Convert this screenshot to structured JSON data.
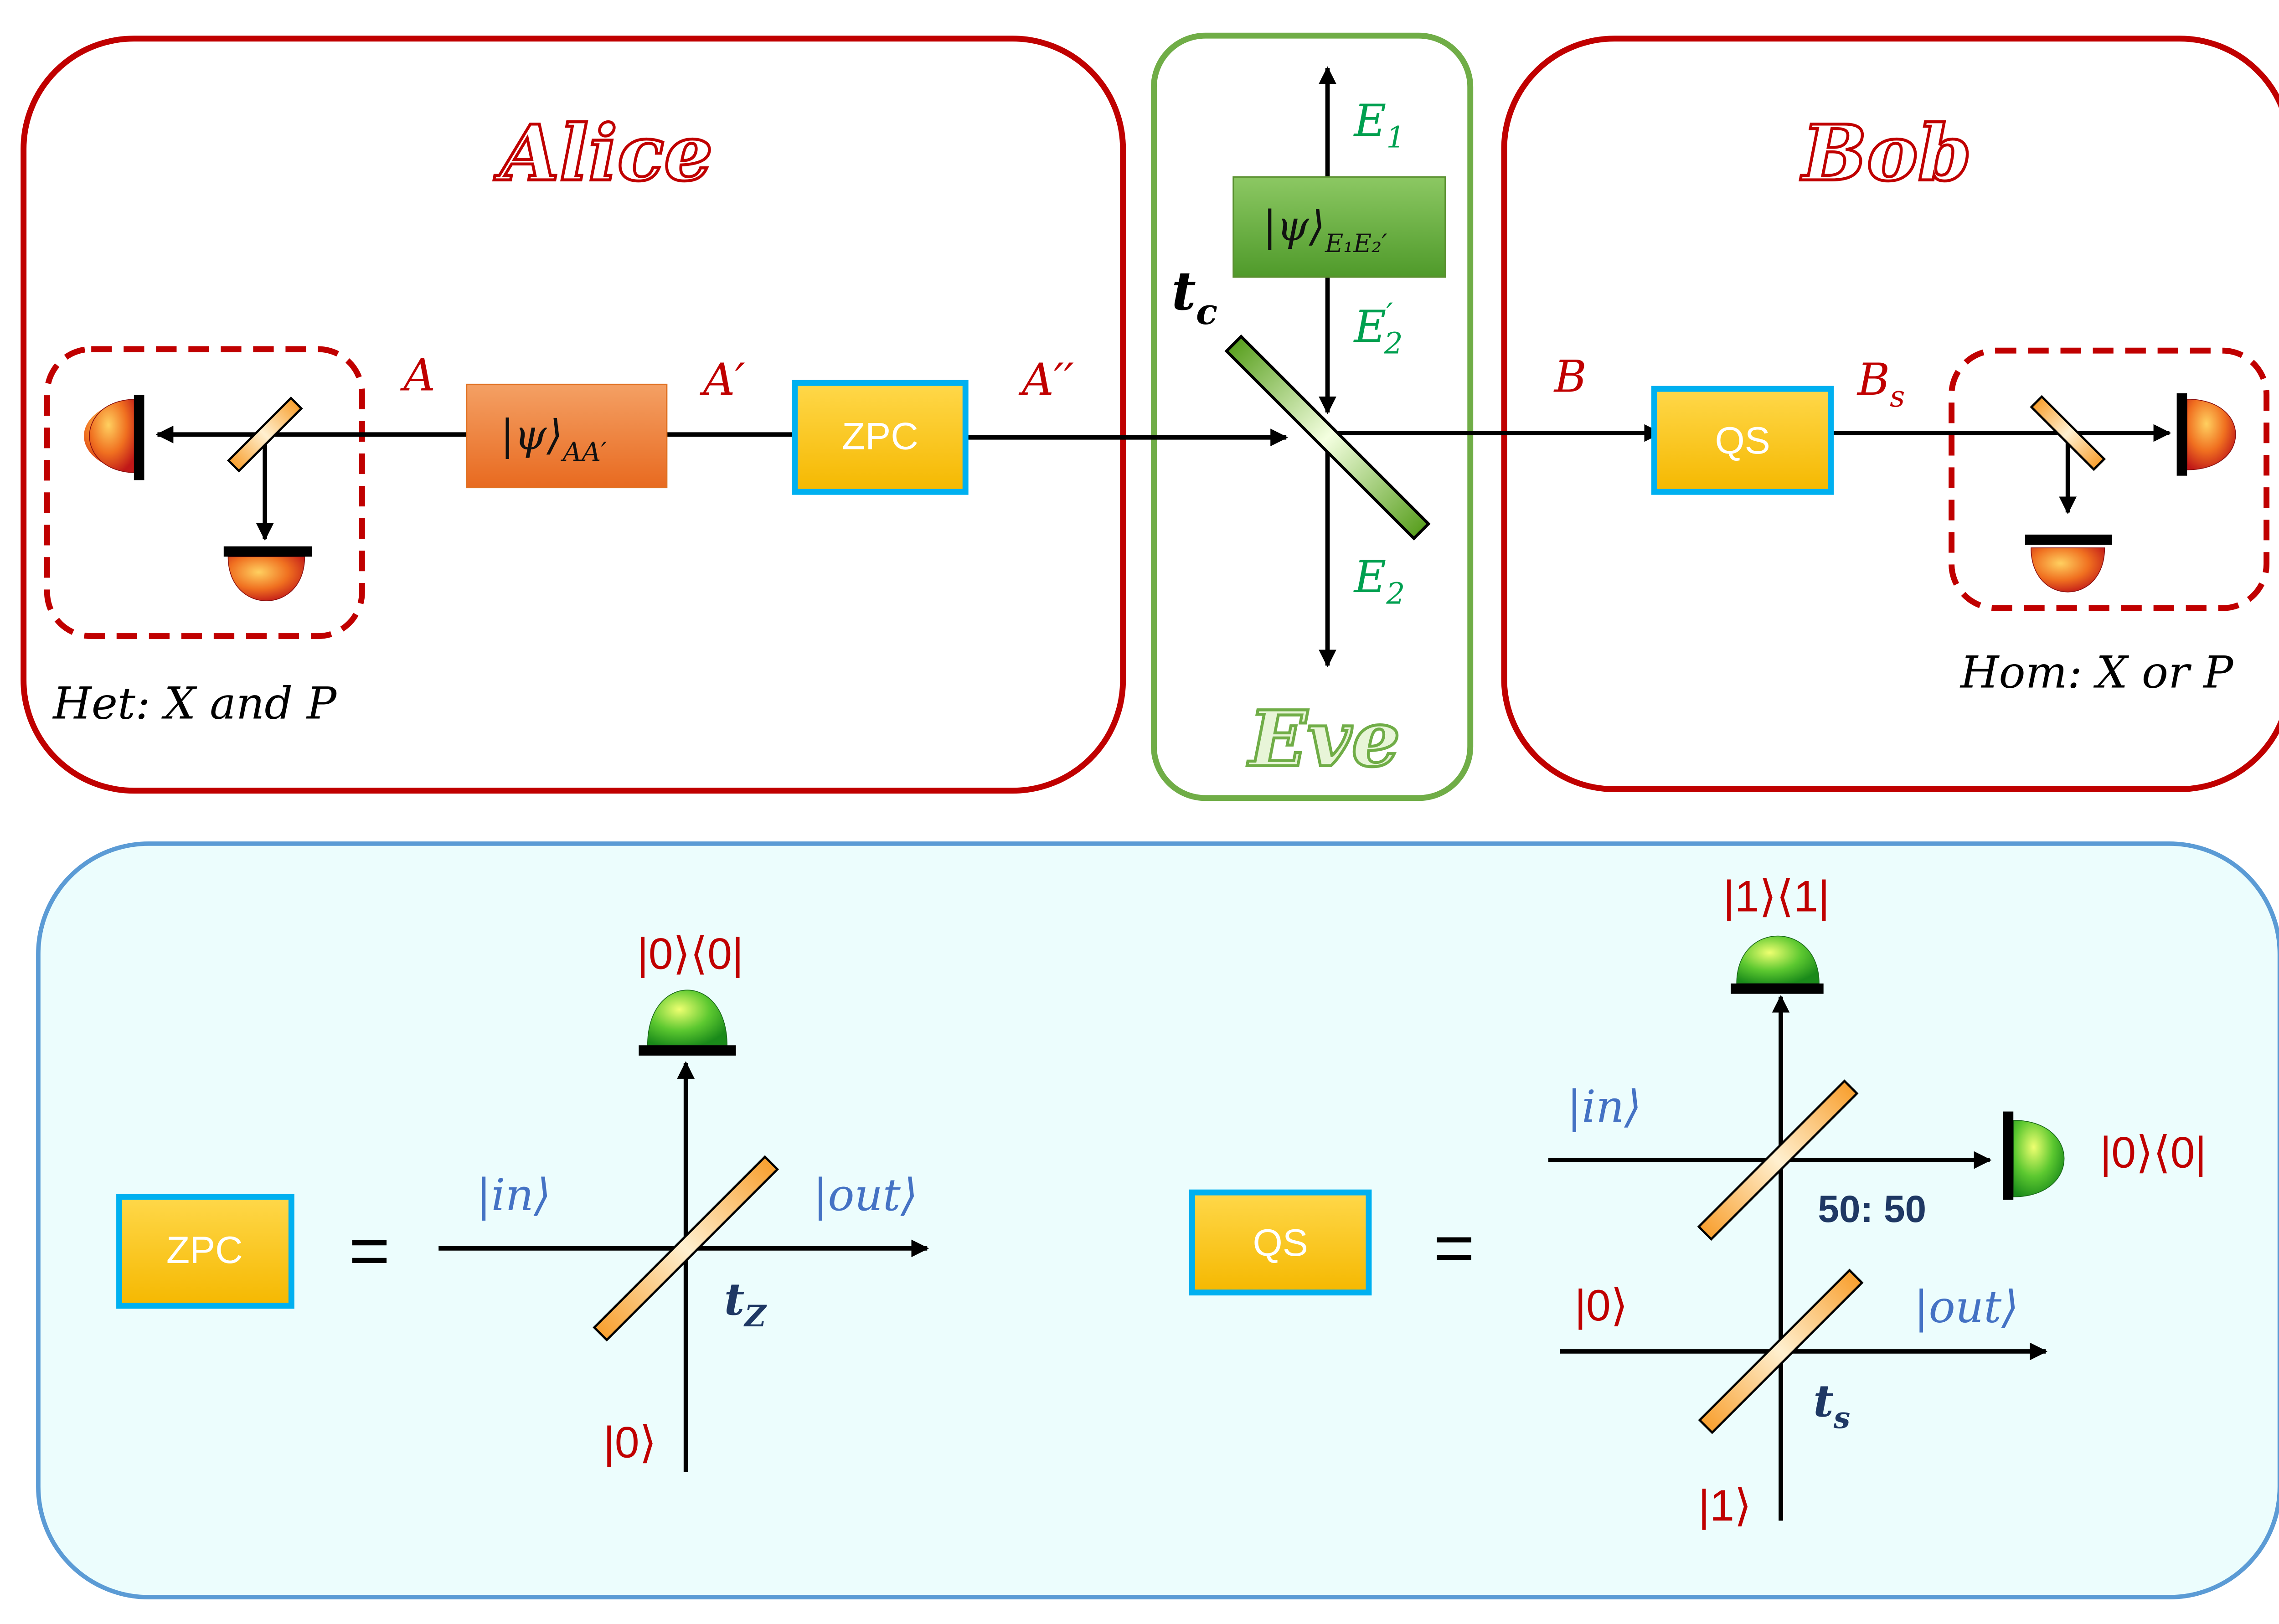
{
  "parties": {
    "alice": "Alice",
    "eve": "Eve",
    "bob": "Bob"
  },
  "modes": {
    "a": "A",
    "a_prime": "A′",
    "a_double_prime": "A′′",
    "b": "B",
    "bs_main": "B",
    "bs_sub": "s",
    "e1_main": "E",
    "e1_sub": "1",
    "e2_main": "E",
    "e2_sub": "2",
    "e2p_main": "E",
    "e2p_sup": "′",
    "e2p_sub": "2"
  },
  "boxes": {
    "source_main": "|ψ⟩",
    "source_sub": "AA′",
    "eve_state_main": "|ψ⟩",
    "eve_state_sub": "E₁E₂′",
    "zpc": "ZPC",
    "qs": "QS"
  },
  "eve_bs": {
    "main": "t",
    "sub": "c"
  },
  "measurements": {
    "het_name": "Het",
    "het_rest": ": X and P",
    "hom_name": "Hom",
    "hom_rest": ": X or P"
  },
  "zpc_detail": {
    "equals": "=",
    "in": "|in⟩",
    "out": "|out⟩",
    "vac": "|0⟩",
    "projector": "|0⟩⟨0|",
    "t_main": "t",
    "t_sub": "Z"
  },
  "qs_detail": {
    "equals": "=",
    "in": "|in⟩",
    "out": "|out⟩",
    "vac": "|0⟩",
    "one": "|1⟩",
    "proj_one": "|1⟩⟨1|",
    "proj_zero": "|0⟩⟨0|",
    "ratio": "50: 50",
    "t_main": "t",
    "t_sub": "s"
  },
  "colors": {
    "alice_frame": "#c00000",
    "eve_frame": "#70ad47",
    "eve_text": "#00a050",
    "bottom_fill": "#ecfdfd",
    "bottom_frame": "#5b9bd5",
    "red_label": "#c00000",
    "blue_label": "#4472c4",
    "navy_label": "#1f3864",
    "box_yellow": "#ffc000",
    "box_border": "#00b0f0",
    "source_orange": "#ed7d31",
    "eve_green": "#70ad47"
  }
}
